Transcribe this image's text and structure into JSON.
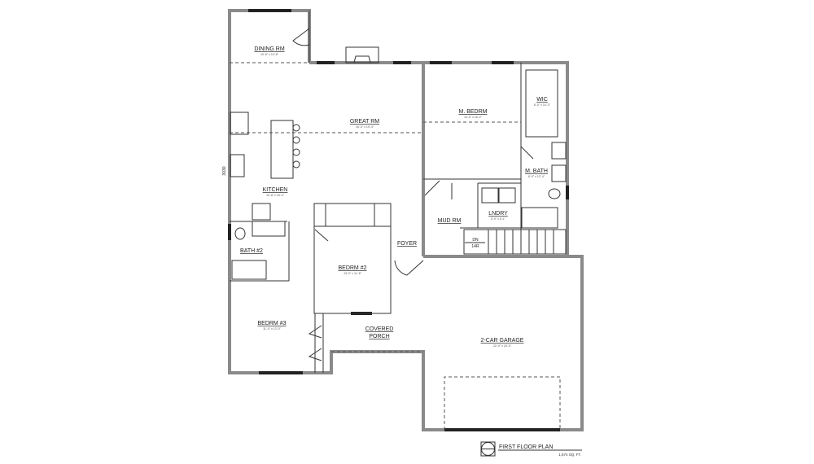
{
  "rooms": {
    "dining": {
      "name": "DINING RM",
      "size": "10'-6\" x 13'-8\""
    },
    "great": {
      "name": "GREAT RM",
      "size": "16'-0\" x 19'-4\""
    },
    "kitchen": {
      "name": "KITCHEN",
      "size": "10'-8\" x 15'-2\""
    },
    "master_bedroom": {
      "name": "M. BEDRM",
      "size": "13'-0\" x 16'-2\""
    },
    "wic": {
      "name": "WIC",
      "size": "6'-0\" x 10'-3\""
    },
    "master_bath": {
      "name": "M. BATH",
      "size": "6'-0\" x 12'-4\""
    },
    "laundry": {
      "name": "LNDRY",
      "size": "5'-9\" x 6'-1\""
    },
    "mud": {
      "name": "MUD RM"
    },
    "foyer": {
      "name": "FOYER"
    },
    "bath2": {
      "name": "BATH #2"
    },
    "bedroom2": {
      "name": "BEDRM #2",
      "size": "13'-0\" x 11'-8\""
    },
    "bedroom3": {
      "name": "BEDRM #3",
      "size": "11'-4\" x 12'-0\""
    },
    "porch": {
      "name_line1": "COVERED",
      "name_line2": "PORCH"
    },
    "garage": {
      "name": "2-CAR GARAGE",
      "size": "22'-0\" x 24'-0\""
    }
  },
  "annotations": {
    "window_label": "3030",
    "stair_line1": "DN",
    "stair_line2": "14R"
  },
  "title_block": {
    "title": "FIRST FLOOR PLAN",
    "area": "1,674 SQ. FT."
  }
}
